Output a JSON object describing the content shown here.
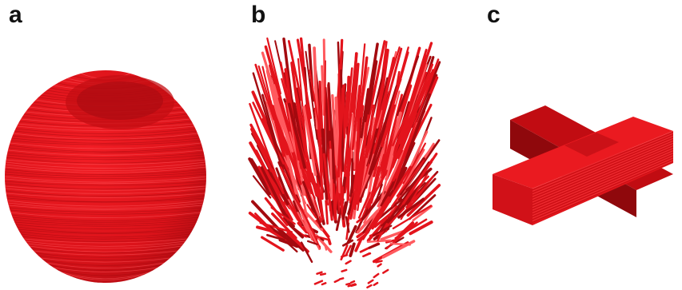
{
  "panels": [
    {
      "label": "a",
      "shape": "sphere",
      "fiber_color": "#e3141c"
    },
    {
      "label": "b",
      "shape": "vertical-fiber-brush",
      "fiber_color": "#e3141c"
    },
    {
      "label": "c",
      "shape": "cross",
      "fiber_color": "#e3141c"
    }
  ],
  "colors": {
    "fiber": "#e3141c",
    "fiber_dark": "#a30a0f",
    "fiber_light": "#ff5a5e",
    "background": "#ffffff"
  }
}
